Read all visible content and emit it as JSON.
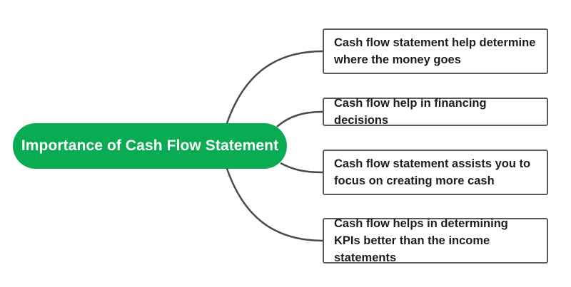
{
  "central": {
    "label": "Importance of Cash Flow Statement"
  },
  "branches": [
    {
      "label": "Cash flow statement help determine where the money goes"
    },
    {
      "label": "Cash flow help in financing decisions"
    },
    {
      "label": "Cash flow statement assists you to focus on creating more cash"
    },
    {
      "label": "Cash flow helps in determining KPIs better than the income statements"
    }
  ],
  "colors": {
    "central_fill": "#0aac53",
    "connector": "#4a4a4a",
    "node_border": "#5a5a5a"
  }
}
